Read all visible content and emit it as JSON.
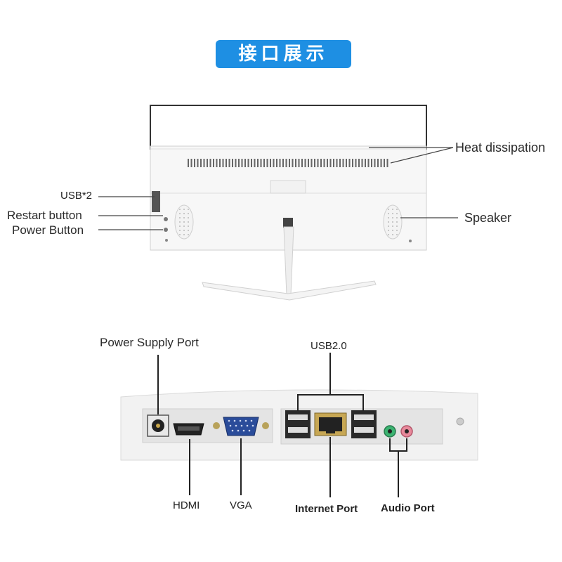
{
  "title": "接口展示",
  "monitor_back": {
    "callouts": {
      "heat_dissipation": "Heat dissipation",
      "usb_2": "USB*2",
      "restart_button": "Restart button",
      "power_button": "Power Button",
      "speaker": "Speaker"
    }
  },
  "io_panel": {
    "callouts": {
      "power_supply_port": "Power Supply Port",
      "usb20": "USB2.0",
      "hdmi": "HDMI",
      "vga": "VGA",
      "internet_port": "Internet Port",
      "audio_port": "Audio Port"
    }
  },
  "colors": {
    "banner": "#1e8fe3",
    "audio_green": "#3cb371",
    "audio_pink": "#e8899b"
  }
}
